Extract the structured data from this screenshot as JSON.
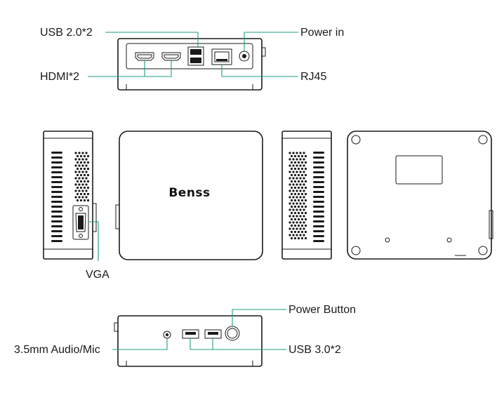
{
  "brand": "Benss",
  "labels": {
    "usb20": "USB 2.0*2",
    "hdmi": "HDMI*2",
    "power_in": "Power in",
    "rj45": "RJ45",
    "vga": "VGA",
    "power_button": "Power Button",
    "audio": "3.5mm Audio/Mic",
    "usb30": "USB 3.0*2"
  },
  "colors": {
    "leader": "#1e9e86",
    "outline": "#1a1a1a",
    "background": "#ffffff"
  }
}
